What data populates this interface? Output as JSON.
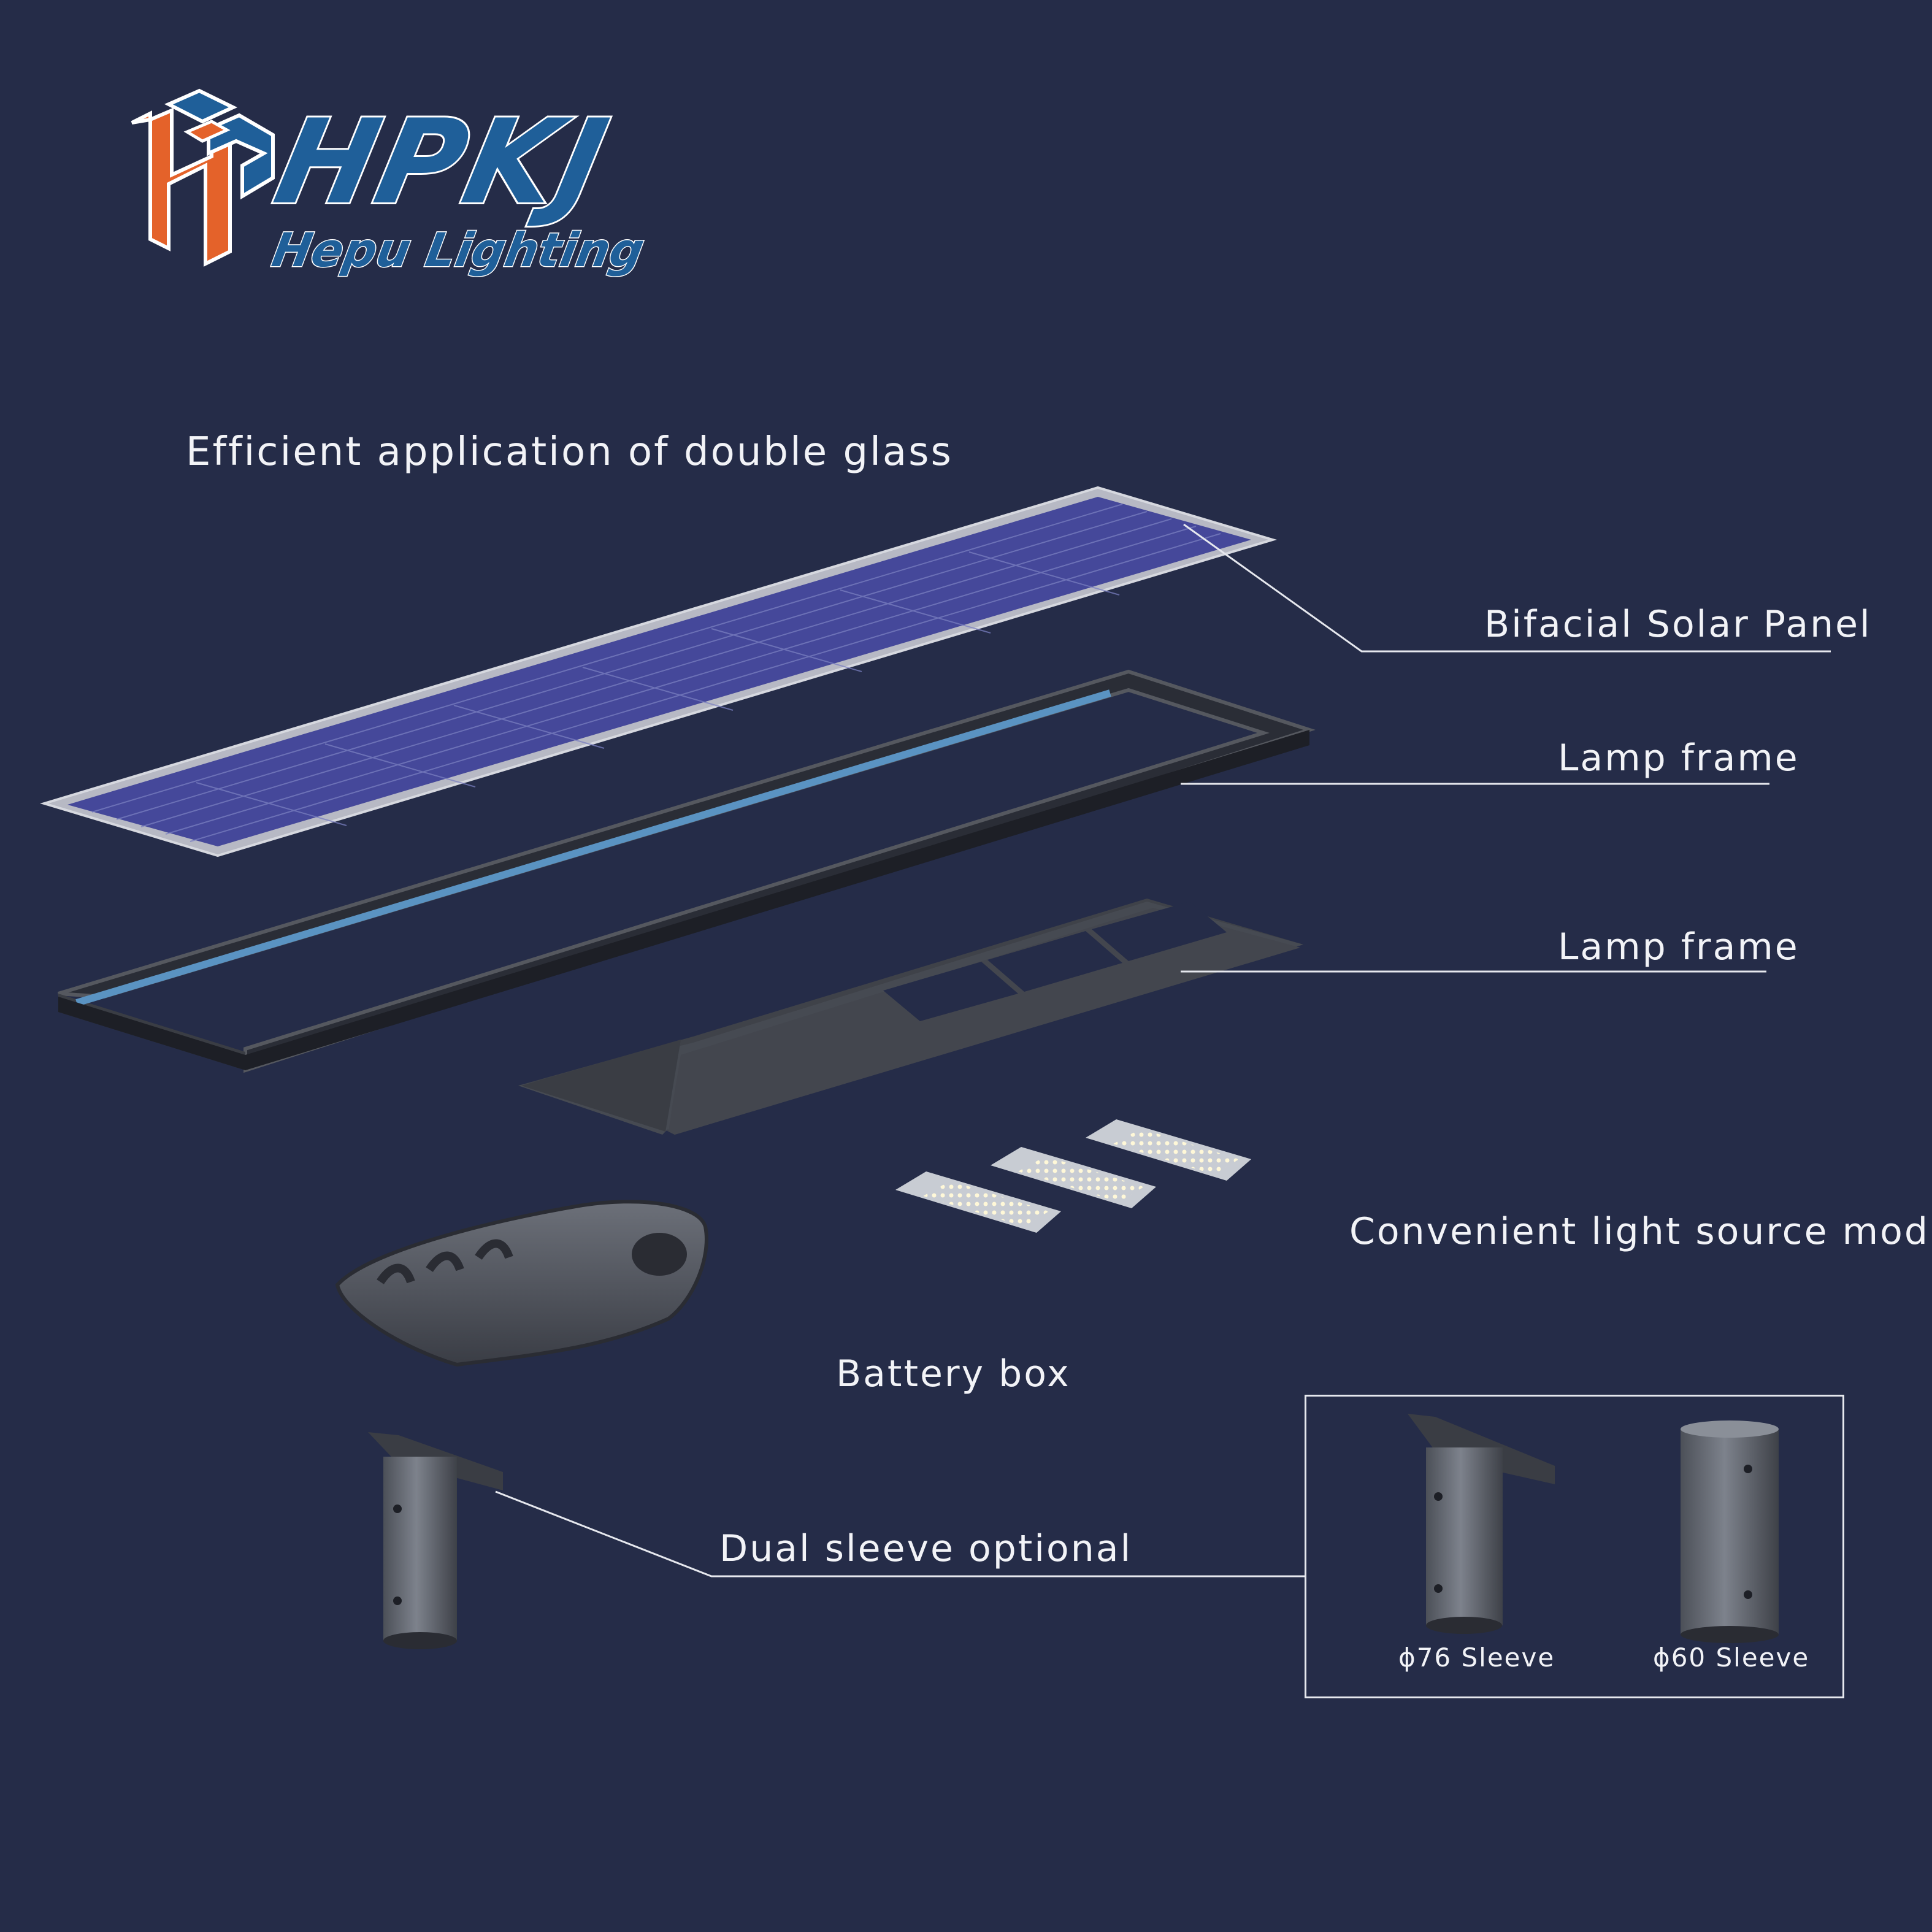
{
  "brand": {
    "logo_text": "HPKJ",
    "logo_subtitle": "Hepu Lighting",
    "colors": {
      "background": "#252c48",
      "brand_blue": "#1f5f99",
      "brand_orange": "#e4622a",
      "panel_blue": "#45489a"
    }
  },
  "heading": "Efficient application of double glass",
  "callouts": {
    "solar_panel": "Bifacial Solar Panel",
    "lamp_frame_top": "Lamp frame",
    "lamp_frame_bottom": "Lamp frame",
    "light_module": "Convenient light source module",
    "battery_box": "Battery box",
    "sleeve": "Dual sleeve optional"
  },
  "sleeves": [
    {
      "label": "ϕ76 Sleeve",
      "icon": "angled-sleeve-icon"
    },
    {
      "label": "ϕ60 Sleeve",
      "icon": "straight-sleeve-icon"
    }
  ]
}
